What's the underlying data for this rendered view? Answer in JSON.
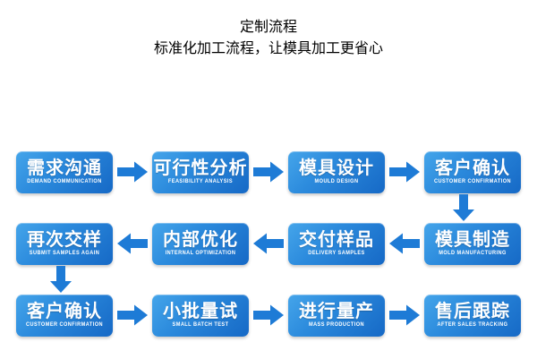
{
  "header": {
    "title": "定制流程",
    "subtitle": "标准化加工流程，让模具加工更省心",
    "title_color": "#1575D1",
    "subtitle_color": "#64A6DE"
  },
  "theme": {
    "node_gradient_start": "#45A5EA",
    "node_gradient_end": "#1669C6",
    "arrow_color": "#1E7BD6",
    "background": "#ffffff"
  },
  "flow": {
    "rows": [
      {
        "direction": "right",
        "nodes": [
          {
            "cn": "需求沟通",
            "en": "DEMAND COMMUNICATION"
          },
          {
            "cn": "可行性分析",
            "en": "FEASIBILITY ANALYSIS"
          },
          {
            "cn": "模具设计",
            "en": "MOULD DESIGN"
          },
          {
            "cn": "客户确认",
            "en": "CUSTOMER CONFIRMATION"
          }
        ]
      },
      {
        "direction": "left",
        "nodes": [
          {
            "cn": "再次交样",
            "en": "SUBMIT SAMPLES AGAIN"
          },
          {
            "cn": "内部优化",
            "en": "INTERNAL OPTIMIZATION"
          },
          {
            "cn": "交付样品",
            "en": "DELIVERY SAMPLES"
          },
          {
            "cn": "模具制造",
            "en": "MOLD MANUFACTURING"
          }
        ]
      },
      {
        "direction": "right",
        "nodes": [
          {
            "cn": "客户确认",
            "en": "CUSTOMER CONFIRMATION"
          },
          {
            "cn": "小批量试",
            "en": "SMALL BATCH TEST"
          },
          {
            "cn": "进行量产",
            "en": "MASS PRODUCTION"
          },
          {
            "cn": "售后跟踪",
            "en": "AFTER SALES TRACKING"
          }
        ]
      }
    ],
    "connectors": [
      {
        "name": "down-arrow-right",
        "from": "客户确认",
        "to": "模具制造"
      },
      {
        "name": "down-arrow-left",
        "from": "再次交样",
        "to": "客户确认"
      }
    ]
  }
}
